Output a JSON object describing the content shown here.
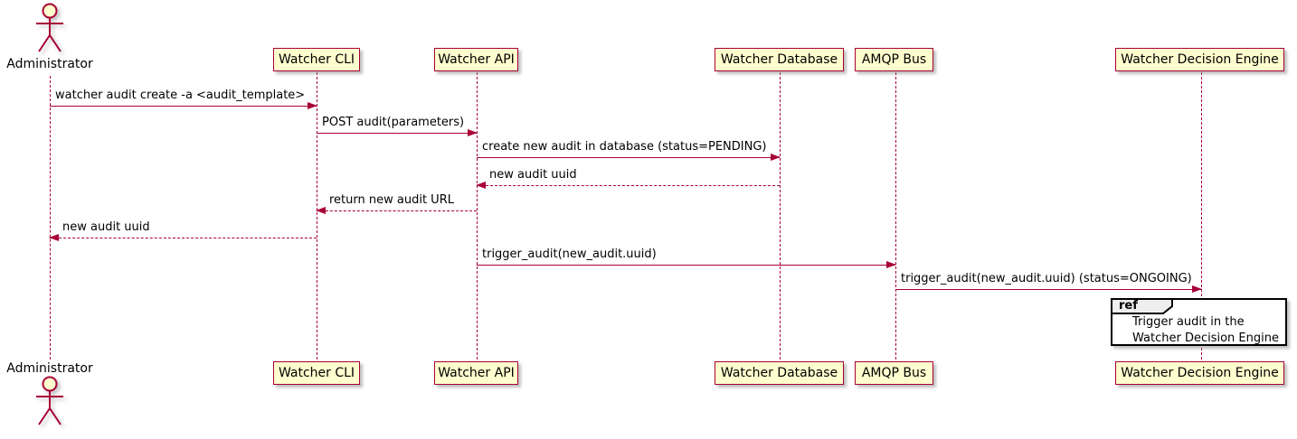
{
  "diagram": {
    "type": "plantuml-sequence",
    "colors": {
      "background": "#FFFFFF",
      "participant_fill": "#FEFECE",
      "stroke": "#A80036",
      "text": "#000000",
      "ref_border": "#000000",
      "ref_header_fill": "#EEEEEE"
    },
    "actors": [
      {
        "name": "Administrator"
      }
    ],
    "participants": [
      {
        "name": "Watcher CLI"
      },
      {
        "name": "Watcher API"
      },
      {
        "name": "Watcher Database"
      },
      {
        "name": "AMQP Bus"
      },
      {
        "name": "Watcher Decision Engine"
      }
    ],
    "messages": [
      {
        "from": "Administrator",
        "to": "Watcher CLI",
        "label": "watcher audit create -a <audit_template>",
        "line": "solid",
        "direction": "right"
      },
      {
        "from": "Watcher CLI",
        "to": "Watcher API",
        "label": "POST audit(parameters)",
        "line": "solid",
        "direction": "right"
      },
      {
        "from": "Watcher API",
        "to": "Watcher Database",
        "label": "create new audit in database (status=PENDING)",
        "line": "solid",
        "direction": "right"
      },
      {
        "from": "Watcher Database",
        "to": "Watcher API",
        "label": "new audit uuid",
        "line": "dashed",
        "direction": "left"
      },
      {
        "from": "Watcher API",
        "to": "Watcher CLI",
        "label": "return new audit URL",
        "line": "dashed",
        "direction": "left"
      },
      {
        "from": "Watcher CLI",
        "to": "Administrator",
        "label": "new audit uuid",
        "line": "dashed",
        "direction": "left"
      },
      {
        "from": "Watcher API",
        "to": "AMQP Bus",
        "label": "trigger_audit(new_audit.uuid)",
        "line": "solid",
        "direction": "right"
      },
      {
        "from": "AMQP Bus",
        "to": "Watcher Decision Engine",
        "label": "trigger_audit(new_audit.uuid) (status=ONGOING)",
        "line": "solid",
        "direction": "right"
      }
    ],
    "ref": {
      "keyword": "ref",
      "over": "Watcher Decision Engine",
      "text": "Trigger audit in the\nWatcher Decision Engine"
    }
  }
}
